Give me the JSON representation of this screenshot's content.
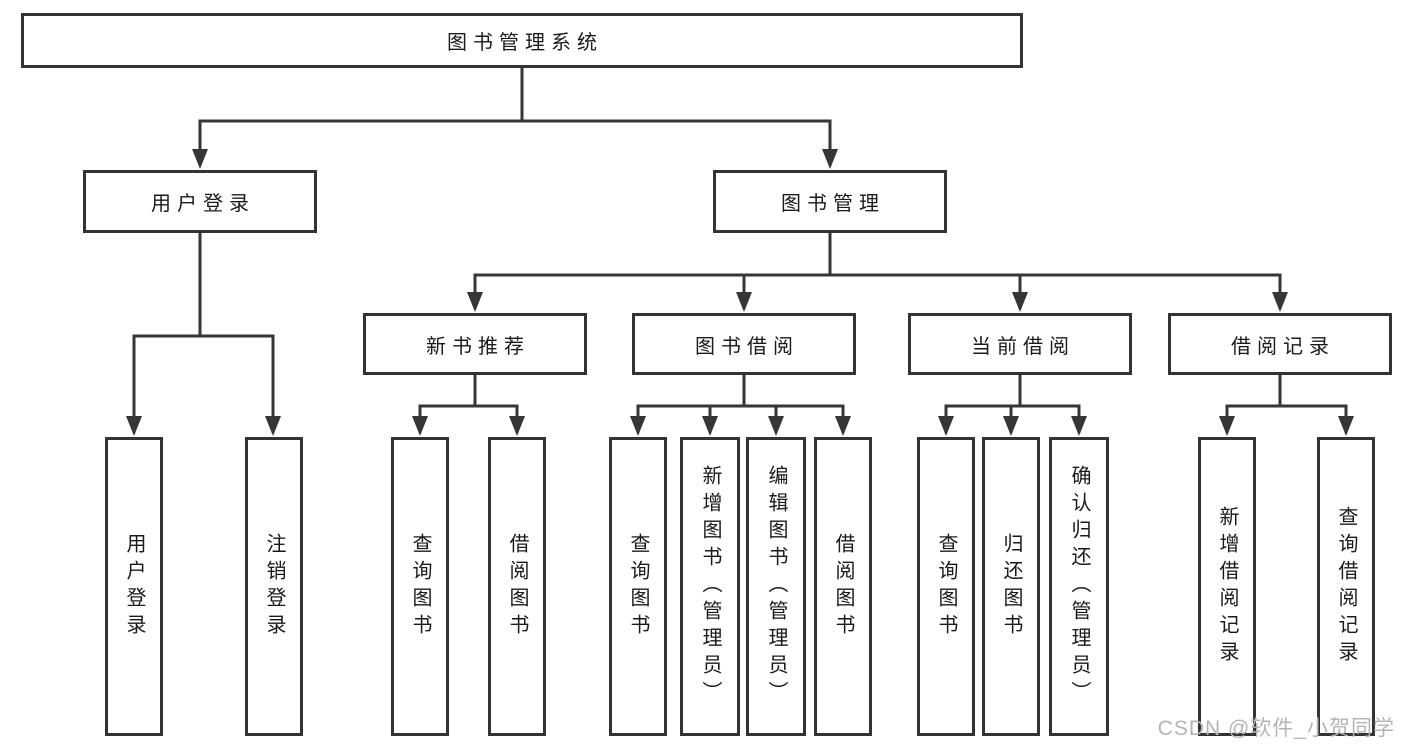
{
  "diagram": {
    "title": "图书管理系统",
    "nodes": {
      "user_login": "用户登录",
      "book_mgmt": "图书管理",
      "new_book_rec": "新书推荐",
      "book_borrowing": "图书借阅",
      "current_borrowing": "当前借阅",
      "borrow_records": "借阅记录",
      "ul_user_login": "用户登录",
      "ul_logout": "注销登录",
      "nb_query_books": "查询图书",
      "nb_borrow_books": "借阅图书",
      "bb_query_books": "查询图书",
      "bb_add_books_admin": "新增图书（管理员）",
      "bb_edit_books_admin": "编辑图书（管理员）",
      "bb_borrow_books": "借阅图书",
      "cb_query_books": "查询图书",
      "cb_return_books": "归还图书",
      "cb_confirm_return_admin": "确认归还（管理员）",
      "br_add_record": "新增借阅记录",
      "br_query_record": "查询借阅记录"
    }
  },
  "watermark": "CSDN @软件_小贺同学",
  "colors": {
    "line": "#363636",
    "box_border": "#333333",
    "text": "#1a1a1a",
    "watermark": "#b4b4b4",
    "background": "#ffffff"
  }
}
